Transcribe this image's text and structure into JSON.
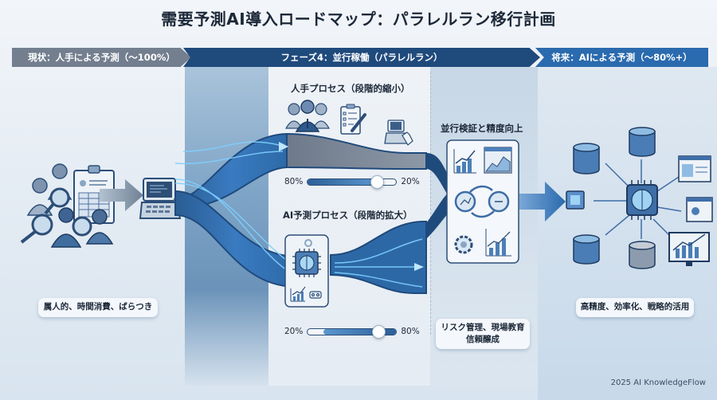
{
  "title": "需要予測AI導入ロードマップ：パラレルラン移行計画",
  "stages": {
    "current": "現状：人手による予測（～100%）",
    "phase": "フェーズ4：並行稼働（パラレルラン）",
    "future": "将来：AIによる予測（～80%+）"
  },
  "current_state": {
    "caption": "属人的、時間消費、ばらつき",
    "icons": [
      "team-with-magnifiers-icon",
      "clipboard-spreadsheet-icon",
      "arrow-right-icon",
      "laptop-icon"
    ]
  },
  "manual_process": {
    "label": "人手プロセス（段階的縮小）",
    "slider": {
      "left_label": "80%",
      "right_label": "20%",
      "position_pct": 80
    },
    "icons": [
      "business-team-icon",
      "checklist-pen-icon",
      "laptop-typing-hand-icon"
    ]
  },
  "ai_process": {
    "label": "AI予測プロセス（段階的拡大）",
    "slider": {
      "left_label": "20%",
      "right_label": "80%",
      "position_pct": 80
    },
    "icons": [
      "ai-chip-brain-icon",
      "growth-chart-icon",
      "flow-diagram-icon"
    ]
  },
  "validation": {
    "label": "並行検証と精度向上",
    "caption_line1": "リスク管理、現場教育",
    "caption_line2": "信頼醸成",
    "icons": [
      "bar-chart-icon",
      "line-chart-window-icon",
      "compare-cycle-icon",
      "gear-icon",
      "growth-chart-icon"
    ]
  },
  "future_state": {
    "caption": "高精度、効率化、戦略的活用",
    "icons": [
      "ai-brain-hub-icon",
      "database-icon",
      "dashboard-window-icon",
      "settings-window-icon",
      "monitor-chart-icon",
      "chip-icon"
    ]
  },
  "footer": "2025 AI KnowledgeFlow",
  "colors": {
    "current_banner": "#737f8f",
    "phase_banner": "#1f4a7c",
    "future_banner": "#2a6aae",
    "flow_light": "#5fb7ee",
    "flow_dark": "#1f4a7c",
    "manual_band": "#7a8595"
  }
}
